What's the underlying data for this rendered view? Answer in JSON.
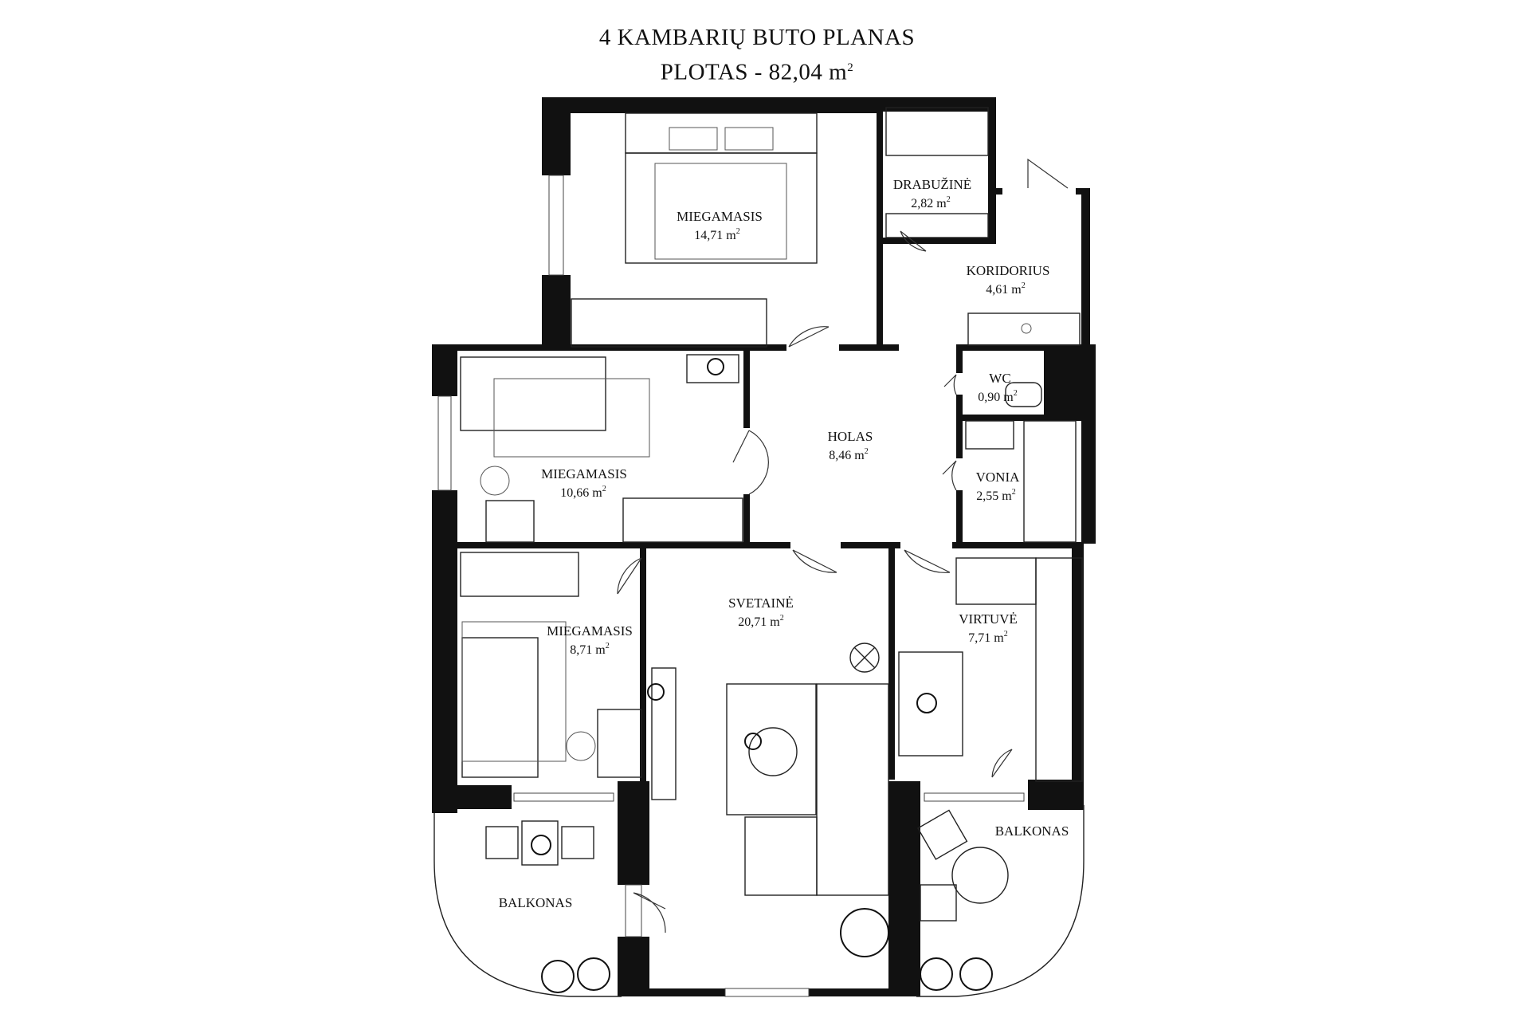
{
  "title": {
    "line1": "4 KAMBARIŲ BUTO PLANAS",
    "line2_text": "PLOTAS - 82,04 m",
    "line2_sup": "2"
  },
  "rooms": [
    {
      "name": "MIEGAMASIS",
      "area": "14,71 m"
    },
    {
      "name": "DRABUŽINĖ",
      "area": "2,82 m"
    },
    {
      "name": "KORIDORIUS",
      "area": "4,61 m"
    },
    {
      "name": "MIEGAMASIS",
      "area": "10,66 m"
    },
    {
      "name": "HOLAS",
      "area": "8,46 m"
    },
    {
      "name": "WC",
      "area": "0,90 m"
    },
    {
      "name": "VONIA",
      "area": "2,55 m"
    },
    {
      "name": "MIEGAMASIS",
      "area": "8,71 m"
    },
    {
      "name": "SVETAINĖ",
      "area": "20,71 m"
    },
    {
      "name": "VIRTUVĖ",
      "area": "7,71 m"
    },
    {
      "name": "BALKONAS",
      "area": ""
    },
    {
      "name": "BALKONAS",
      "area": ""
    }
  ],
  "area_sup": "2",
  "colors": {
    "wall": "#111111",
    "background": "#ffffff"
  }
}
